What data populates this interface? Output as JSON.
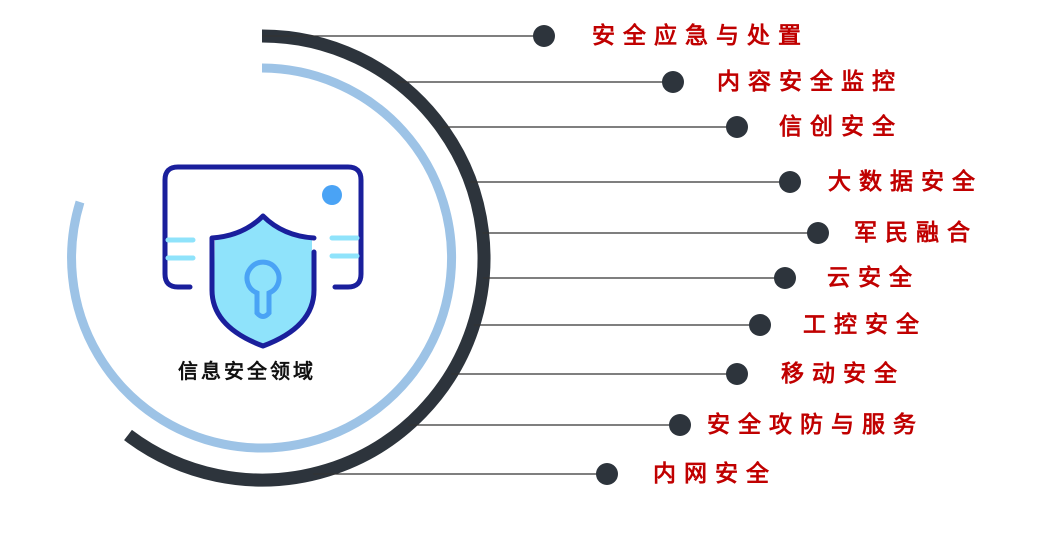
{
  "center": {
    "title": "信息安全领域",
    "icon": "shield-keyhole-card-icon"
  },
  "colors": {
    "label": "#c00000",
    "dark_arc": "#2d343c",
    "light_arc": "#9dc3e6",
    "icon_outline": "#1a1f9c",
    "icon_fill": "#8fe3fb",
    "icon_accent": "#4aa3f5"
  },
  "items": [
    {
      "label": "安全应急与处置"
    },
    {
      "label": "内容安全监控"
    },
    {
      "label": "信创安全"
    },
    {
      "label": "大数据安全"
    },
    {
      "label": "军民融合"
    },
    {
      "label": "云安全"
    },
    {
      "label": "工控安全"
    },
    {
      "label": "移动安全"
    },
    {
      "label": "安全攻防与服务"
    },
    {
      "label": "内网安全"
    }
  ]
}
